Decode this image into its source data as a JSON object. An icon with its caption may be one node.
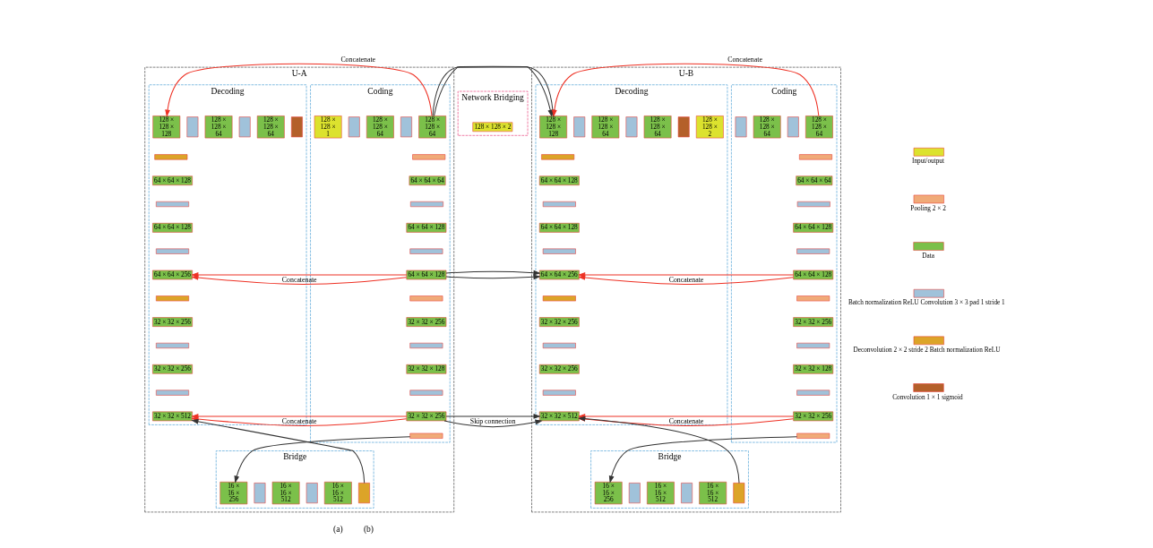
{
  "diagram": {
    "nodes": [
      {
        "text": [
          "U-A"
        ]
      },
      {
        "text": [
          "Coding"
        ],
        "in": 0
      },
      {
        "text": [
          "128 × 128 × 1"
        ],
        "in": 1
      },
      {
        "text": [],
        "shape": "bar",
        "in": 1
      },
      {
        "text": [
          "128 × 128 × 64"
        ],
        "in": 1
      },
      {
        "text": [],
        "shape": "bar",
        "in": 1
      },
      {
        "text": [
          "128 × 128 × 64"
        ],
        "in": 1
      },
      {
        "text": [],
        "shape": "bar",
        "in": 1
      },
      {
        "text": [
          "64 × 64 × 64"
        ],
        "in": 1
      },
      {
        "text": [],
        "shape": "bar",
        "in": 1
      },
      {
        "text": [
          "64 × 64 × 128"
        ],
        "in": 1
      },
      {
        "text": [],
        "shape": "bar",
        "in": 1
      },
      {
        "text": [
          "64 × 64 × 128"
        ],
        "in": 1
      },
      {
        "text": [],
        "shape": "bar",
        "in": 1
      },
      {
        "text": [
          "32 × 32 × 256"
        ],
        "in": 1
      },
      {
        "text": [],
        "shape": "bar",
        "in": 1
      },
      {
        "text": [
          "32 × 32 × 128"
        ],
        "in": 1
      },
      {
        "text": [],
        "shape": "bar",
        "in": 1
      },
      {
        "text": [
          "32 × 32 × 256"
        ],
        "in": 1
      },
      {
        "text": [],
        "shape": "bar",
        "in": 1
      },
      {
        "text": [
          "Bridge"
        ],
        "in": 0
      },
      {
        "text": [
          "16 × 16 × 256"
        ],
        "in": 20
      },
      {
        "text": [],
        "shape": "bar",
        "in": 20
      },
      {
        "text": [
          "16 × 16 × 512"
        ],
        "in": 20
      },
      {
        "text": [],
        "shape": "bar",
        "in": 20
      },
      {
        "text": [
          "16 × 16 × 512"
        ],
        "in": 20
      },
      {
        "text": [],
        "shape": "bar",
        "in": 20
      },
      {
        "text": [
          "Decoding"
        ],
        "in": 0
      },
      {
        "text": [
          "128 × 128 × 128"
        ],
        "in": 27
      },
      {
        "text": [],
        "shape": "bar",
        "in": 27
      },
      {
        "text": [
          "128 × 128 × 64"
        ],
        "in": 27
      },
      {
        "text": [],
        "shape": "bar",
        "in": 27
      },
      {
        "text": [
          "128 × 128 × 64"
        ],
        "in": 27
      },
      {
        "text": [],
        "shape": "bar",
        "in": 27
      },
      {
        "text": [],
        "shape": "bar",
        "in": 27
      },
      {
        "text": [
          "64 × 64 × 128"
        ],
        "in": 27
      },
      {
        "text": [],
        "shape": "bar",
        "in": 27
      },
      {
        "text": [
          "64 × 64 × 128"
        ],
        "in": 27
      },
      {
        "text": [],
        "shape": "bar",
        "in": 27
      },
      {
        "text": [
          "64 × 64 × 256"
        ],
        "in": 27
      },
      {
        "text": [],
        "shape": "bar",
        "in": 27
      },
      {
        "text": [
          "32 × 32 × 256"
        ],
        "in": 27
      },
      {
        "text": [],
        "shape": "bar",
        "in": 27
      },
      {
        "text": [
          "32 × 32 × 256"
        ],
        "in": 27
      },
      {
        "text": [],
        "shape": "bar",
        "in": 27
      },
      {
        "text": [
          "32 × 32 × 512"
        ],
        "in": 27
      },
      {
        "text": [
          "Network Bridging"
        ]
      },
      {
        "text": [
          "128 × 128 × 2"
        ],
        "in": 46
      },
      {
        "text": [
          "U-B"
        ]
      },
      {
        "text": [
          "Coding"
        ],
        "in": 48
      },
      {
        "text": [],
        "shape": "bar",
        "in": 49
      },
      {
        "text": [
          "128 × 128 × 64"
        ],
        "in": 49
      },
      {
        "text": [],
        "shape": "bar",
        "in": 49
      },
      {
        "text": [
          "128 × 128 × 64"
        ],
        "in": 49
      },
      {
        "text": [],
        "shape": "bar",
        "in": 49
      },
      {
        "text": [
          "64 × 64 × 64"
        ],
        "in": 49
      },
      {
        "text": [],
        "shape": "bar",
        "in": 49
      },
      {
        "text": [
          "64 × 64 × 128"
        ],
        "in": 49
      },
      {
        "text": [],
        "shape": "bar",
        "in": 49
      },
      {
        "text": [
          "64 × 64 × 128"
        ],
        "in": 49
      },
      {
        "text": [],
        "shape": "bar",
        "in": 49
      },
      {
        "text": [
          "32 × 32 × 256"
        ],
        "in": 49
      },
      {
        "text": [],
        "shape": "bar",
        "in": 49
      },
      {
        "text": [
          "32 × 32 × 128"
        ],
        "in": 49
      },
      {
        "text": [],
        "shape": "bar",
        "in": 49
      },
      {
        "text": [
          "32 × 32 × 256"
        ],
        "in": 49
      },
      {
        "text": [],
        "shape": "bar",
        "in": 49
      },
      {
        "text": [
          "Bridge"
        ],
        "in": 48
      },
      {
        "text": [
          "16 × 16 × 256"
        ],
        "in": 67
      },
      {
        "text": [],
        "shape": "bar",
        "in": 67
      },
      {
        "text": [
          "16 × 16 × 512"
        ],
        "in": 67
      },
      {
        "text": [],
        "shape": "bar",
        "in": 67
      },
      {
        "text": [
          "16 × 16 × 512"
        ],
        "in": 67
      },
      {
        "text": [],
        "shape": "bar",
        "in": 67
      },
      {
        "text": [
          "Decoding"
        ],
        "in": 48
      },
      {
        "text": [
          "128 × 128 × 128"
        ],
        "in": 74
      },
      {
        "text": [],
        "shape": "bar",
        "in": 74
      },
      {
        "text": [
          "128 × 128 × 64"
        ],
        "in": 74
      },
      {
        "text": [],
        "shape": "bar",
        "in": 74
      },
      {
        "text": [
          "128 × 128 × 64"
        ],
        "in": 74
      },
      {
        "text": [],
        "shape": "bar",
        "in": 74
      },
      {
        "text": [
          "128 × 128 × 2"
        ],
        "in": 74
      },
      {
        "text": [],
        "shape": "bar",
        "in": 74
      },
      {
        "text": [
          "64 × 64 × 128"
        ],
        "in": 74
      },
      {
        "text": [],
        "shape": "bar",
        "in": 74
      },
      {
        "text": [
          "64 × 64 × 128"
        ],
        "in": 74
      },
      {
        "text": [],
        "shape": "bar",
        "in": 74
      },
      {
        "text": [
          "64 × 64 × 256"
        ],
        "in": 74
      },
      {
        "text": [],
        "shape": "bar",
        "in": 74
      },
      {
        "text": [
          "32 × 32 × 256"
        ],
        "in": 74
      },
      {
        "text": [],
        "shape": "bar",
        "in": 74
      },
      {
        "text": [
          "32 × 32 × 256"
        ],
        "in": 74
      },
      {
        "text": [],
        "shape": "bar",
        "in": 74
      },
      {
        "text": [
          "32 × 32 × 512"
        ],
        "in": 74
      }
    ],
    "edges": [
      {
        "from": 6,
        "to": 28,
        "arrow": "to",
        "label": "Concatenate",
        "color": "#ee3124"
      },
      {
        "from": 12,
        "to": 39,
        "arrow": "to",
        "label": "Concatenate",
        "color": "#ee3124"
      },
      {
        "from": 18,
        "to": 45,
        "arrow": "to",
        "label": "Concatenate",
        "color": "#ee3124"
      },
      {
        "from": 19,
        "to": 21,
        "arrow": "to"
      },
      {
        "from": 26,
        "to": 45,
        "arrow": "to"
      },
      {
        "from": 18,
        "to": 93,
        "arrow": "to",
        "label": "Skip connection"
      },
      {
        "from": 12,
        "to": 87,
        "arrow": "to"
      },
      {
        "from": 6,
        "to": 75,
        "arrow": "to"
      },
      {
        "from": 53,
        "to": 75,
        "arrow": "to",
        "label": "Concatenate",
        "color": "#ee3124"
      },
      {
        "from": 59,
        "to": 87,
        "arrow": "to",
        "label": "Concatenate",
        "color": "#ee3124"
      },
      {
        "from": 65,
        "to": 93,
        "arrow": "to",
        "label": "Concatenate",
        "color": "#ee3124"
      },
      {
        "from": 66,
        "to": 68,
        "arrow": "to"
      },
      {
        "from": 73,
        "to": 93,
        "arrow": "to"
      }
    ],
    "labels": [
      "(a)",
      "(b)"
    ],
    "legend": [
      {
        "text": "Input/output",
        "color": "#dce22e"
      },
      {
        "text": "Pooling 2 × 2",
        "color": "#f0aa78"
      },
      {
        "text": "Data",
        "color": "#7bc04a"
      },
      {
        "text": "Batch normalization ReLU Convolution 3 × 3 pad 1 stride 1",
        "color": "#a0c2da"
      },
      {
        "text": "Deconvolution 2 × 2 stride 2 Batch normalization ReLU",
        "color": "#dca428"
      },
      {
        "text": "Convolution 1 × 1 sigmoid",
        "color": "#b4602a"
      }
    ]
  }
}
